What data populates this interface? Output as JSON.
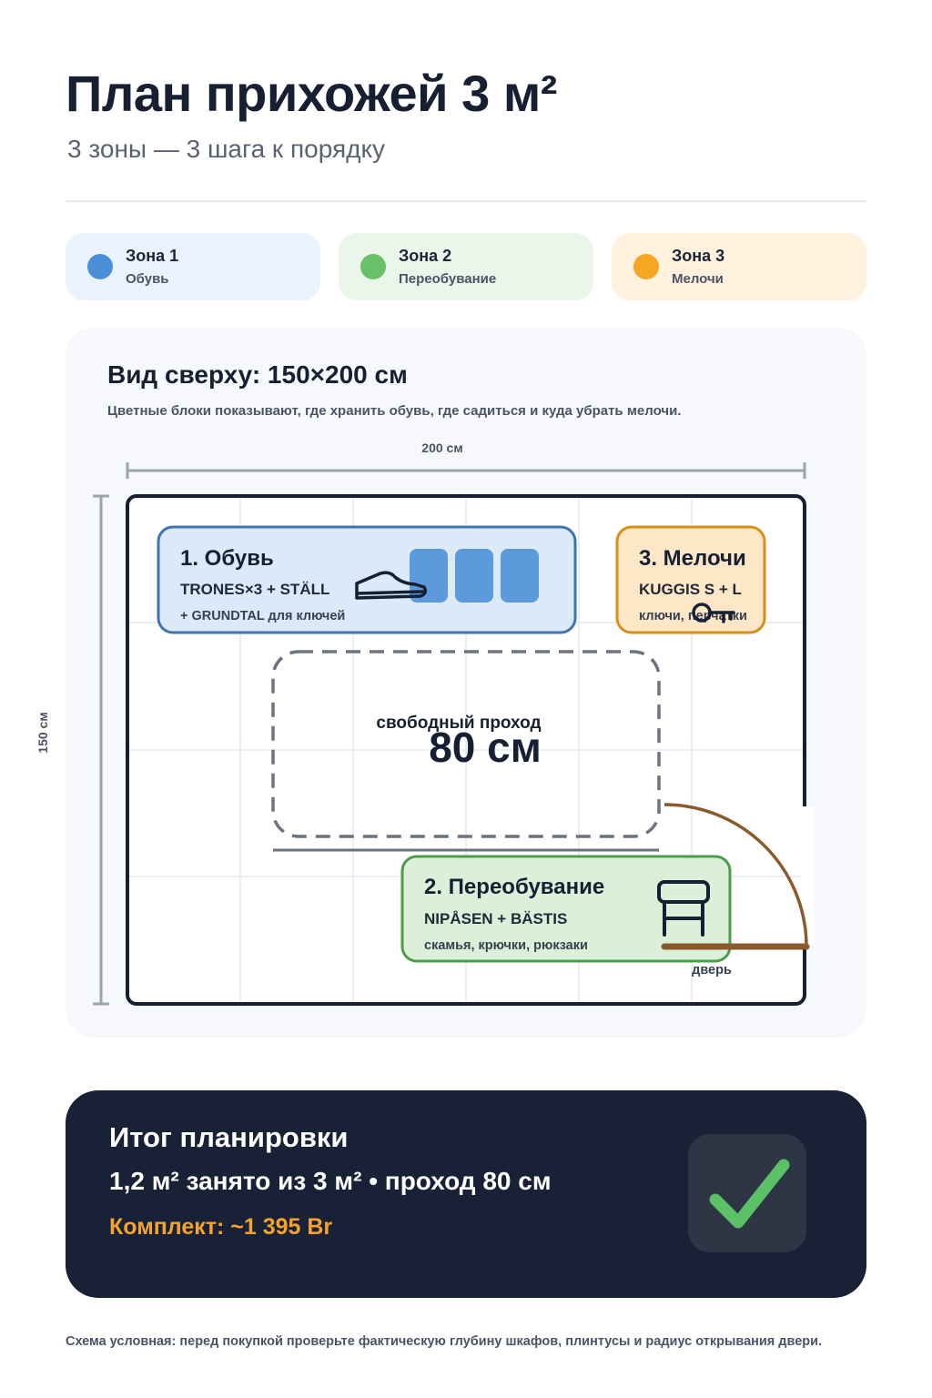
{
  "header": {
    "title": "План прихожей 3 м²",
    "subtitle": "3 зоны — 3 шага к порядку"
  },
  "legend": [
    {
      "title": "Зона 1",
      "subtitle": "Обувь",
      "color": "#4a90d9",
      "bg": "#eaf3fd"
    },
    {
      "title": "Зона 2",
      "subtitle": "Переобувание",
      "color": "#6abf69",
      "bg": "#e9f6e9"
    },
    {
      "title": "Зона 3",
      "subtitle": "Мелочи",
      "color": "#f5a623",
      "bg": "#fff1de"
    }
  ],
  "plan": {
    "title": "Вид сверху: 150×200 см",
    "description": "Цветные блоки показывают, где хранить обувь, где садиться и куда убрать мелочи.",
    "width_label": "200 см",
    "height_label": "150 см",
    "zone1": {
      "title": "1. Обувь",
      "line1": "TRONES×3 + STÄLL",
      "line2": "+ GRUNDTAL для ключей",
      "icon": "shoe-icon"
    },
    "zone2": {
      "title": "2. Переобувание",
      "line1": "NIPÅSEN + BÄSTIS",
      "line2": "скамья, крючки, рюкзаки",
      "icon": "bench-icon"
    },
    "zone3": {
      "title": "3. Мелочи",
      "line1": "KUGGIS S + L",
      "line2": "ключи, перчатки",
      "icon": "key-icon"
    },
    "passage": {
      "label": "свободный проход",
      "value": "80 см"
    },
    "door_label": "дверь"
  },
  "summary": {
    "title": "Итог планировки",
    "line": "1,2 м² занято из 3 м² • проход 80 см",
    "price": "Комплект: ~1 395 Br",
    "icon": "checkmark-icon",
    "accent": "#f5a32a"
  },
  "footnote": "Схема условная: перед покупкой проверьте фактическую глубину шкафов, плинтусы и радиус открывания двери."
}
